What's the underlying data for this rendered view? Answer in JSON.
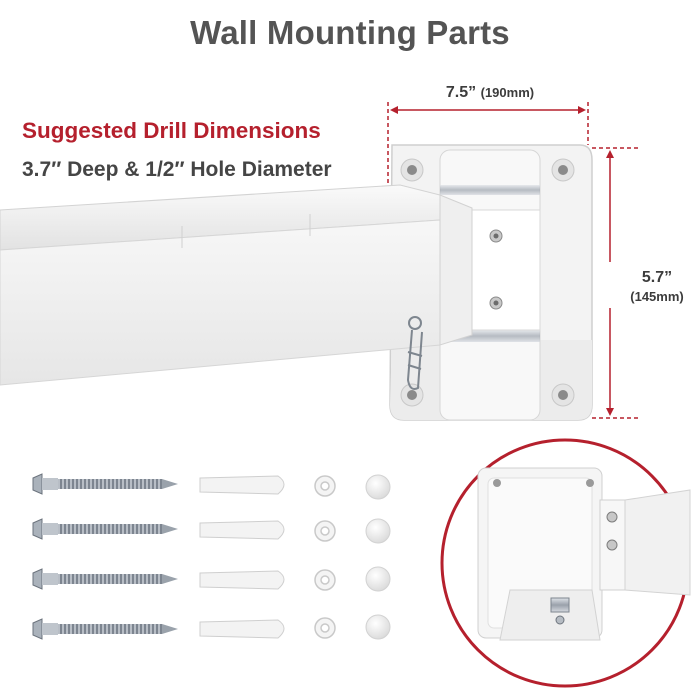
{
  "title": "Wall Mounting Parts",
  "drill": {
    "heading": "Suggested Drill Dimensions",
    "details": "3.7″ Deep & 1/2″ Hole Diameter"
  },
  "dimensions": {
    "width": {
      "value": "7.5”",
      "metric": "(190mm)"
    },
    "height": {
      "value": "5.7”",
      "metric": "(145mm)"
    }
  },
  "colors": {
    "accent": "#b5202d",
    "heading": "#545454",
    "bracket": "#f4f4f4"
  },
  "parts": {
    "screws": 4,
    "anchors": 4,
    "washers": 4,
    "caps": 4
  }
}
